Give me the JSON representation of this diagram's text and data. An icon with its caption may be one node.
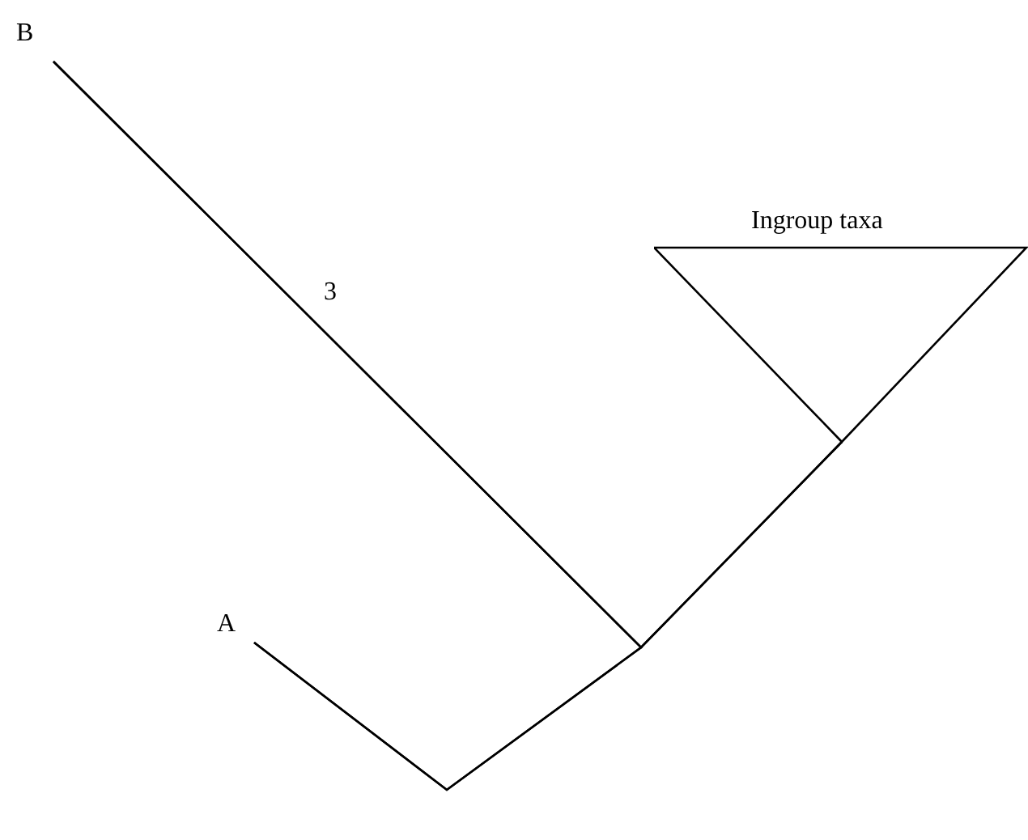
{
  "diagram": {
    "nodes": [
      {
        "text": [
          "B"
        ]
      },
      {
        "text": [
          "Ingroup taxa"
        ]
      },
      {
        "text": [
          "A"
        ]
      }
    ],
    "edges": [
      {
        "from": 2,
        "to": 0,
        "arrow": "none"
      },
      {
        "from": 2,
        "to": 1,
        "arrow": "none"
      },
      {
        "from": 0,
        "to": 1,
        "arrow": "none"
      }
    ],
    "labels": [
      "3"
    ]
  }
}
